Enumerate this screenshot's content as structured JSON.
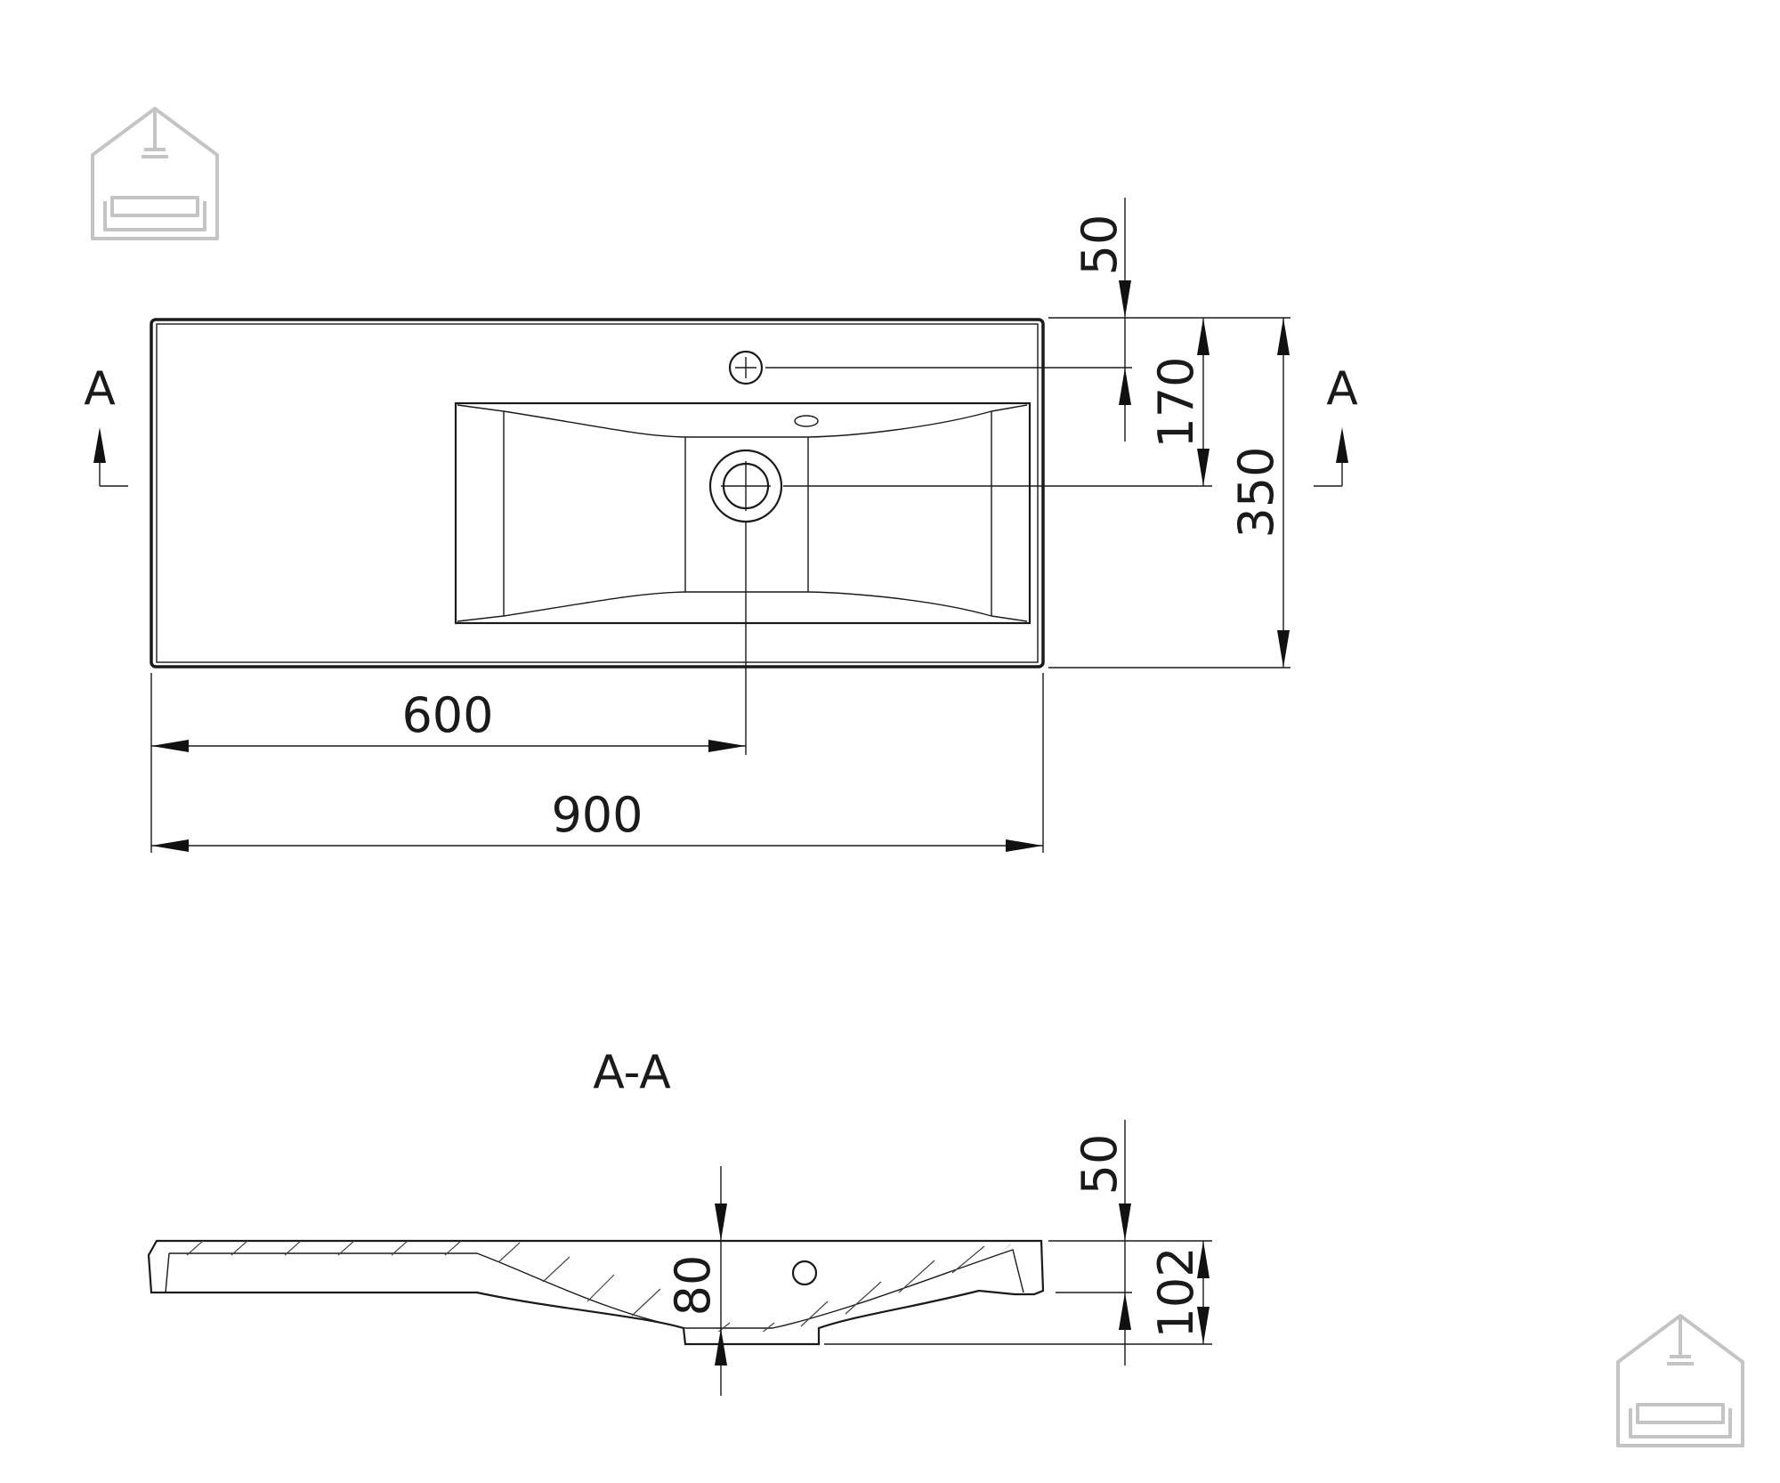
{
  "plan_view": {
    "dim_tap_offset": "50",
    "dim_tap_to_drain": "170",
    "dim_depth": "350",
    "dim_drain_from_left": "600",
    "dim_width": "900",
    "section_marker_left": "A",
    "section_marker_right": "A"
  },
  "section_view": {
    "title": "A-A",
    "dim_top": "50",
    "dim_bowl_depth": "80",
    "dim_height": "102"
  },
  "logos": [
    "house-sofa-logo",
    "house-sofa-logo"
  ],
  "colors": {
    "line": "#1a1a1a",
    "logo": "#c4c4c4"
  }
}
